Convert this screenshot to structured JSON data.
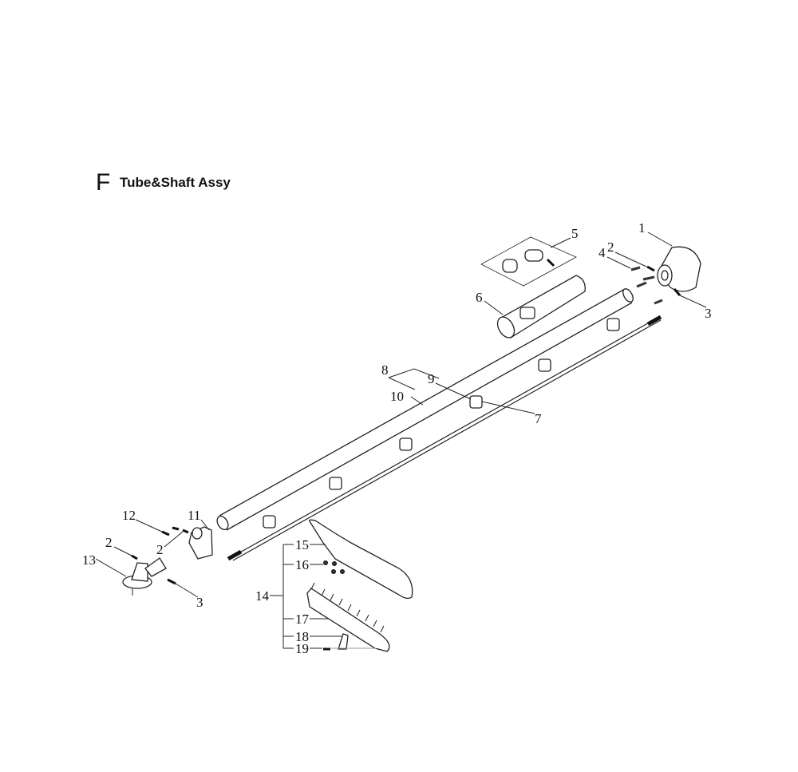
{
  "header": {
    "section_letter": "F",
    "title": "Tube&Shaft Assy"
  },
  "callouts": {
    "c1": "1",
    "c2a": "2",
    "c4": "4",
    "c3a": "3",
    "c5": "5",
    "c6": "6",
    "c7": "7",
    "c8": "8",
    "c9": "9",
    "c10": "10",
    "c11": "11",
    "c12": "12",
    "c2b": "2",
    "c2c": "2",
    "c13": "13",
    "c3b": "3",
    "c14": "14",
    "c15": "15",
    "c16": "16",
    "c17": "17",
    "c18": "18",
    "c19": "19"
  }
}
